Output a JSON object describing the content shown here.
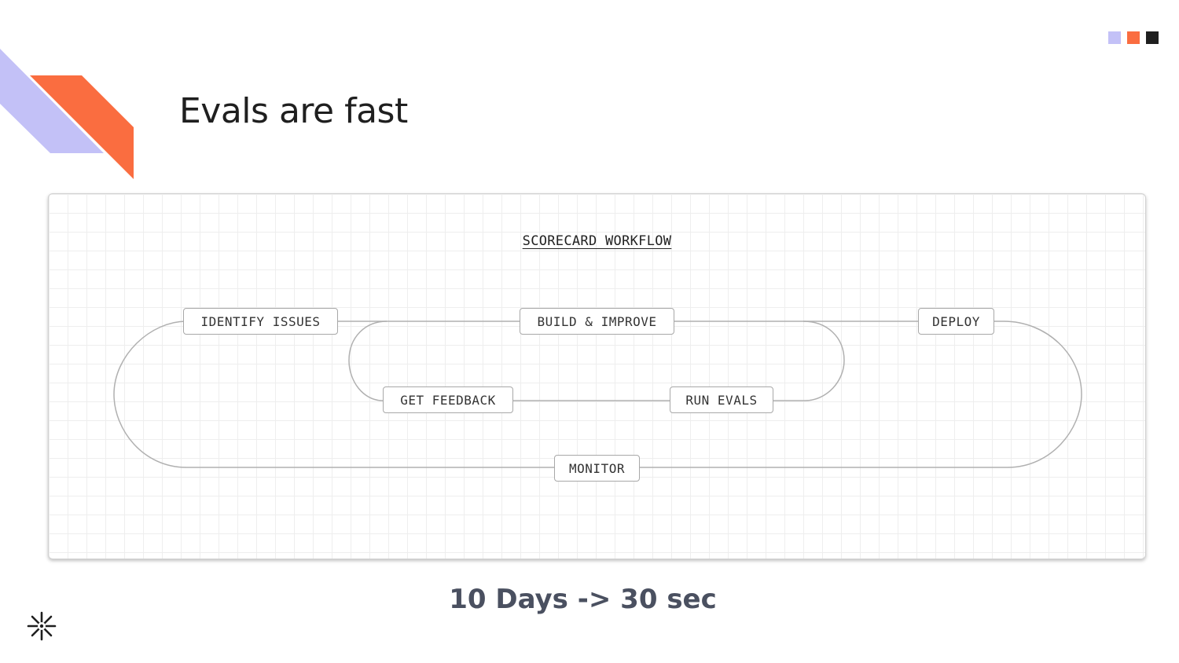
{
  "slide": {
    "title": "Evals are fast",
    "tagline": "10 Days -> 30 sec"
  },
  "diagram": {
    "title": "SCORECARD WORKFLOW",
    "nodes": {
      "identify_issues": "IDENTIFY ISSUES",
      "build_improve": "BUILD & IMPROVE",
      "deploy": "DEPLOY",
      "get_feedback": "GET FEEDBACK",
      "run_evals": "RUN EVALS",
      "monitor": "MONITOR"
    }
  },
  "colors": {
    "lavender": "#c3c1f7",
    "orange": "#fa6d40",
    "black": "#1f1f1f",
    "tagline": "#4a5060",
    "connector": "#b0b0b0"
  },
  "icons": {
    "logo": "asterisk-sparkle-icon"
  }
}
